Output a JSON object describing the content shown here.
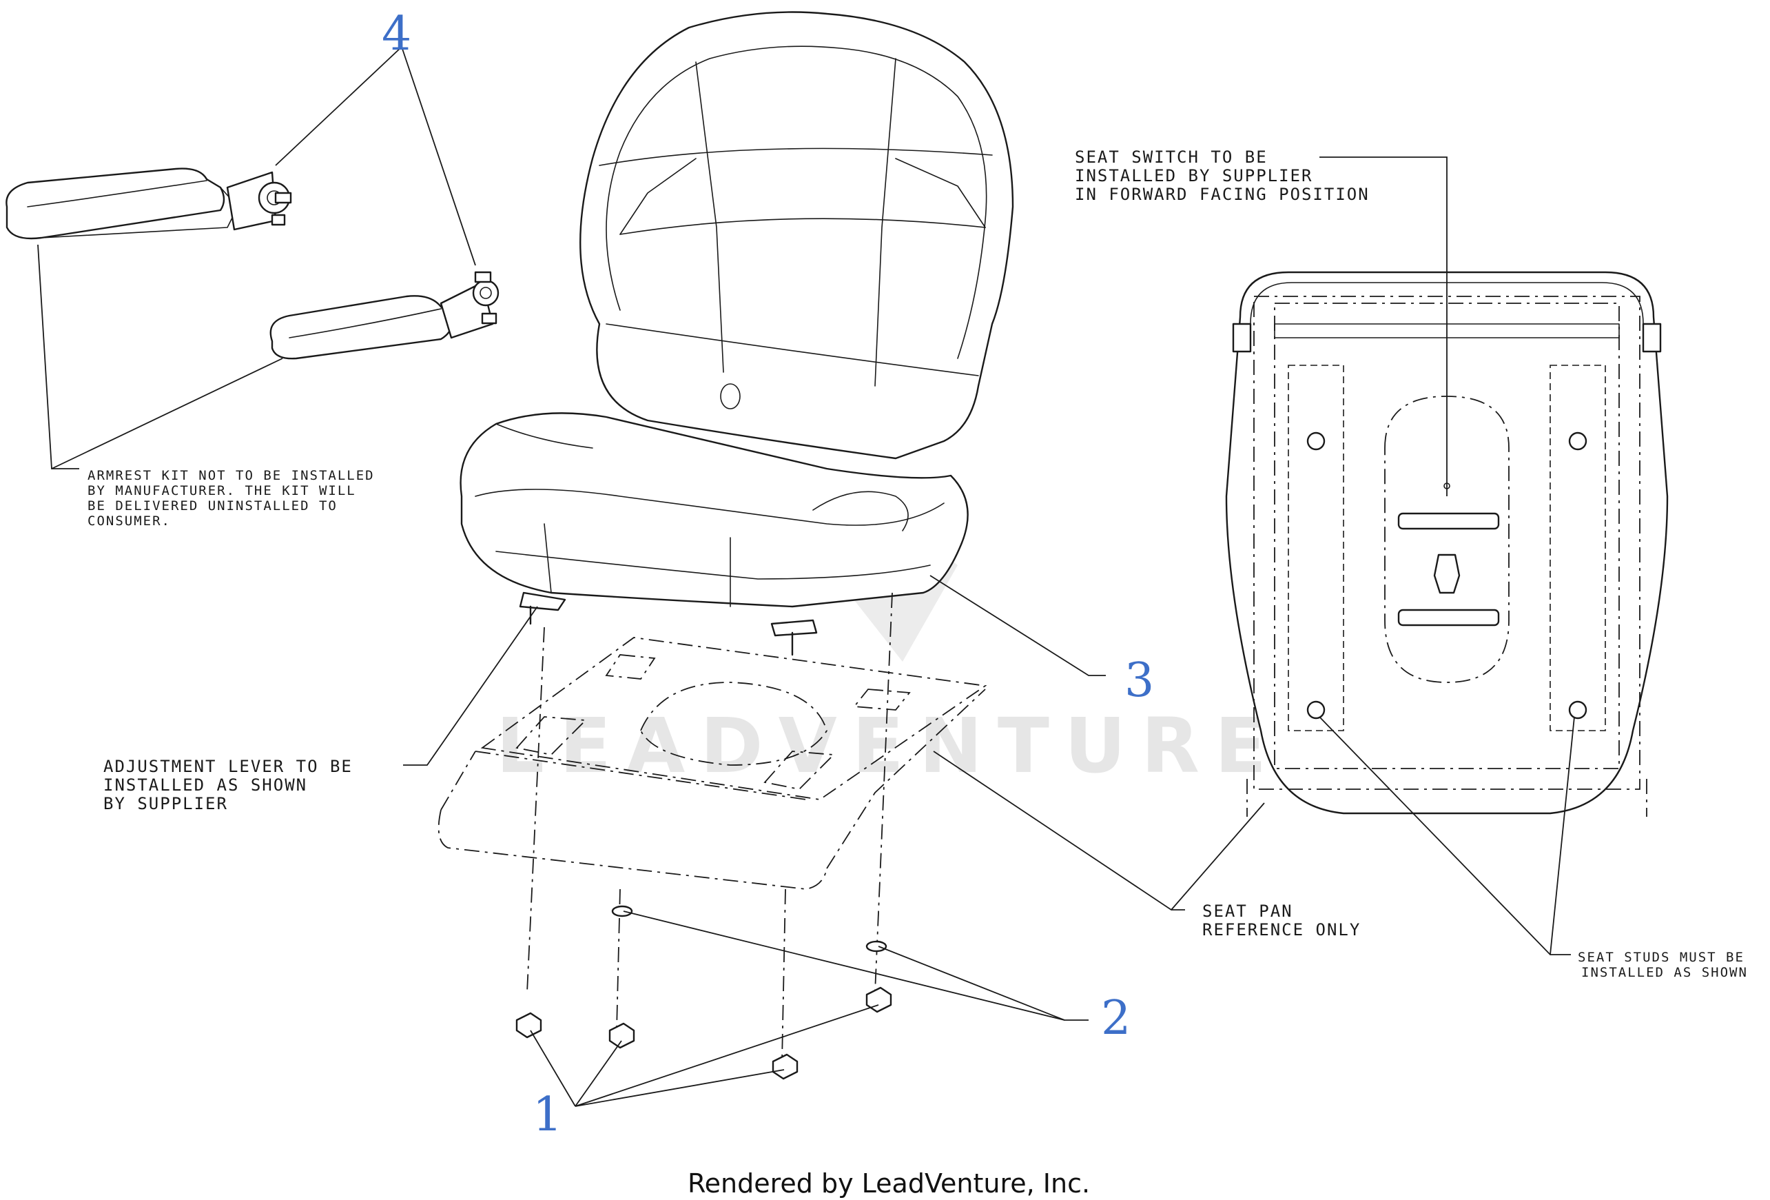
{
  "colors": {
    "line": "#1a1a1a",
    "callout": "#3d6fc8",
    "watermark": "#e4e4e4",
    "background": "#ffffff"
  },
  "watermark": "LEADVENTURE",
  "callouts": [
    "1",
    "2",
    "3",
    "4"
  ],
  "notes": {
    "armrest": [
      "ARMREST KIT NOT TO BE INSTALLED",
      "BY MANUFACTURER. THE KIT WILL",
      "BE DELIVERED UNINSTALLED TO",
      "CONSUMER."
    ],
    "adjustment_lever": [
      "ADJUSTMENT LEVER TO BE",
      "INSTALLED AS SHOWN",
      "BY SUPPLIER"
    ],
    "seat_switch": [
      "SEAT SWITCH TO BE",
      "INSTALLED BY SUPPLIER",
      "IN FORWARD FACING POSITION"
    ],
    "seat_pan": [
      "SEAT PAN",
      "REFERENCE ONLY"
    ],
    "seat_studs": [
      "SEAT STUDS MUST BE",
      "INSTALLED AS SHOWN"
    ]
  },
  "footer": "Rendered by LeadVenture, Inc."
}
